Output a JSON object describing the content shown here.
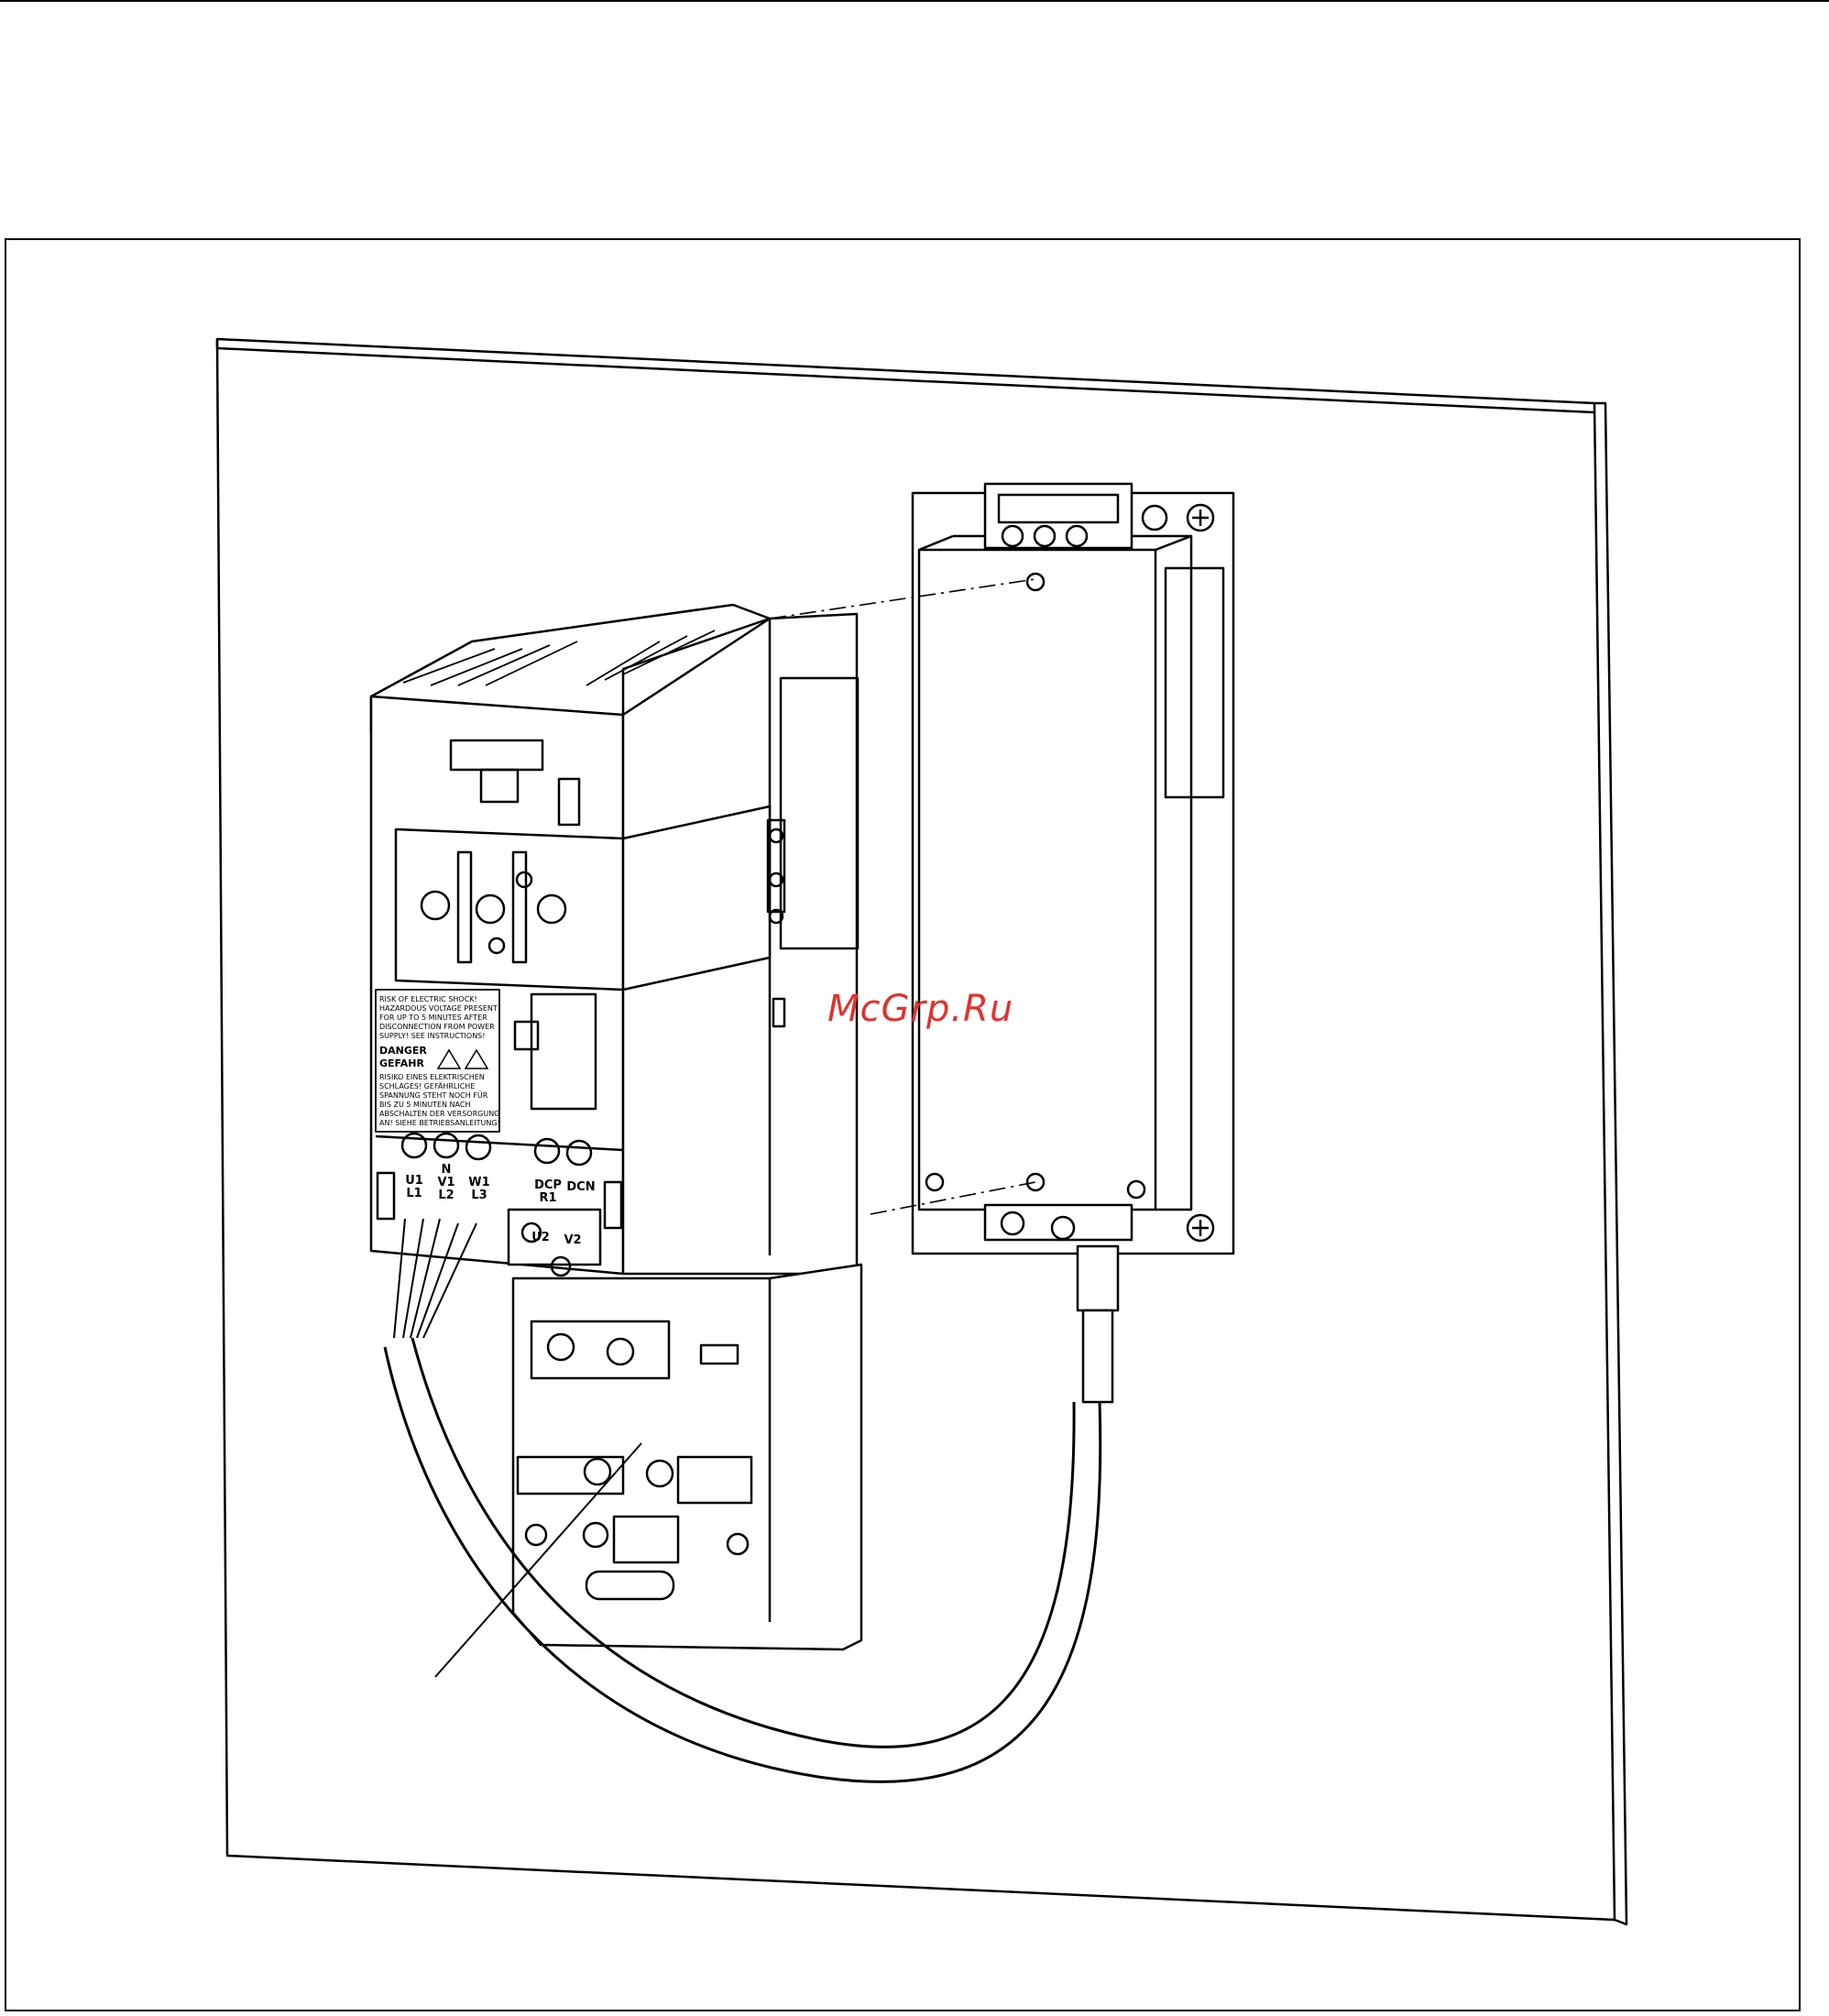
{
  "watermark": {
    "text": "McGrp.Ru"
  },
  "label": {
    "lines": [
      "RISK OF ELECTRIC SHOCK!",
      "HAZARDOUS VOLTAGE PRESENT",
      "FOR UP TO 5 MINUTES AFTER",
      "DISCONNECTION FROM POWER",
      "SUPPLY! SEE INSTRUCTIONS!"
    ],
    "danger": "DANGER",
    "gefahr": "GEFAHR",
    "de_lines": [
      "RISIKO EINES ELEKTRISCHEN",
      "SCHLAGES! GEFÄHRLICHE",
      "SPANNUNG STEHT NOCH FÜR",
      "BIS ZU 5 MINUTEN NACH",
      "ABSCHALTEN DER VERSORGUNG",
      "AN! SIEHE BETRIEBSANLEITUNG!"
    ]
  },
  "terminals": {
    "u1": "U1",
    "l1": "L1",
    "n": "N",
    "v1": "V1",
    "l2": "L2",
    "w1": "W1",
    "l3": "L3",
    "dcp": "DCP",
    "r1": "R1",
    "dcn": "DCN",
    "u2": "U2",
    "v2": "V2"
  },
  "colors": {
    "line": "#000000",
    "watermark": "#e0332e",
    "background": "#ffffff"
  }
}
